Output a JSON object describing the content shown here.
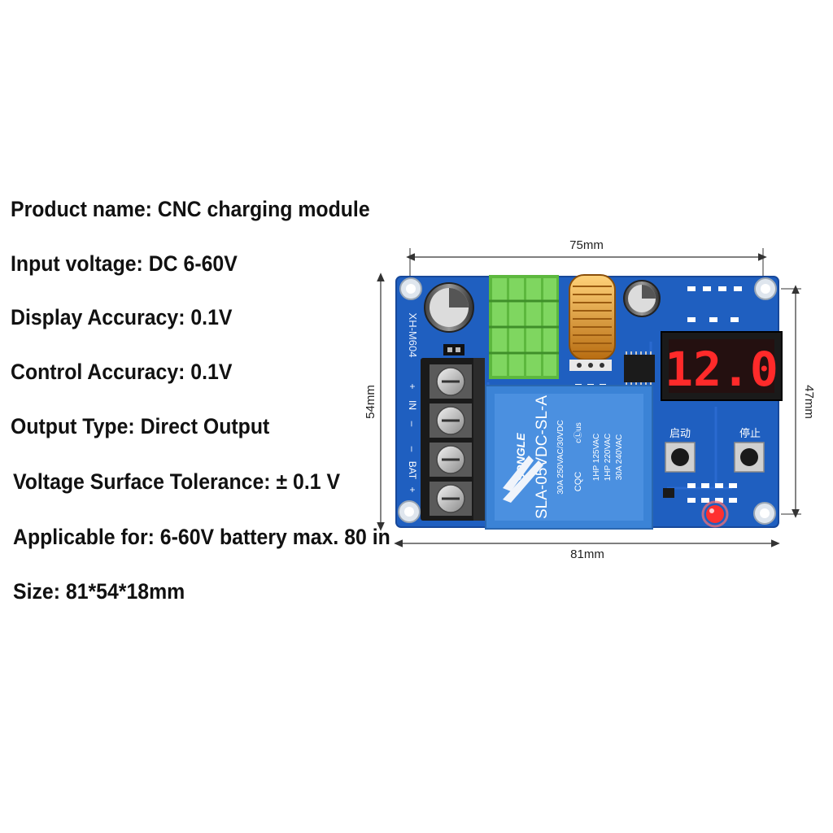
{
  "specs": [
    "Product name: CNC charging module",
    "Input voltage: DC 6-60V",
    "Display Accuracy: 0.1V",
    "Control Accuracy: 0.1V",
    "Output Type: Direct Output",
    "Voltage Surface Tolerance: ± 0.1 V",
    "Applicable for: 6-60V battery max. 80 in",
    "Size: 81*54*18mm"
  ],
  "dimensions": {
    "top": "75mm",
    "bottom": "81mm",
    "left": "54mm",
    "right": "47mm"
  },
  "board": {
    "model": "XH-M604",
    "display_value": "12.0",
    "start_label": "启动",
    "stop_label": "停止",
    "terminal_labels": [
      "+",
      "IN",
      "–",
      "–",
      "BAT",
      "+"
    ],
    "relay": {
      "brand": "SONGLE",
      "model": "SLA-05VDC-SL-A",
      "line1": "30A 250VAC/30VDC",
      "line2": "1HP 125VAC",
      "line3": "1HP 220VAC",
      "line4": "30A 240VAC",
      "cqc": "CQC",
      "ul": "cⓁus"
    }
  },
  "colors": {
    "pcb": "#1f5fc0",
    "heatsink": "#6cc24a",
    "relay": "#3b83d6",
    "display_bg": "#1a1a1a",
    "display_digit": "#ff2a2a"
  }
}
